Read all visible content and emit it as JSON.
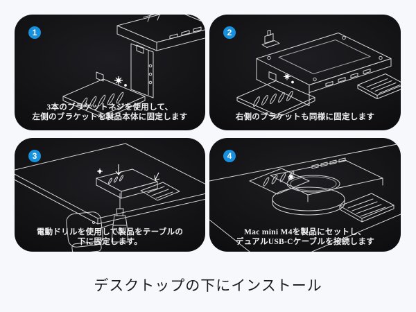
{
  "title": {
    "text": "デスクトップの下にインストール"
  },
  "colors": {
    "page_bg": "#f6f8fb",
    "panel_bg": "#141417",
    "badge_blue": "#1791dd",
    "line_art": "#d6d6d8",
    "caption_text": "#f0f0f0",
    "title_text": "#1a1a1c"
  },
  "steps": [
    {
      "number": "1",
      "caption_line1": "3本のブラケットネジを使用して、",
      "caption_line2": "左側のブラケットを製品本体に固定します",
      "illustration": "attach-left-bracket-with-three-screws"
    },
    {
      "number": "2",
      "caption_line1": "右側のブラケットも同様に固定します",
      "caption_line2": "",
      "illustration": "attach-right-bracket"
    },
    {
      "number": "3",
      "caption_line1": "電動ドリルを使用して製品をテーブルの",
      "caption_line2": "下に固定します。",
      "illustration": "drill-product-under-table"
    },
    {
      "number": "4",
      "caption_line1": "Mac mini M4を製品にセットし、",
      "caption_line2": "デュアルUSB-Cケーブルを接続します",
      "illustration": "seat-mac-mini-connect-dual-usb-c"
    }
  ]
}
